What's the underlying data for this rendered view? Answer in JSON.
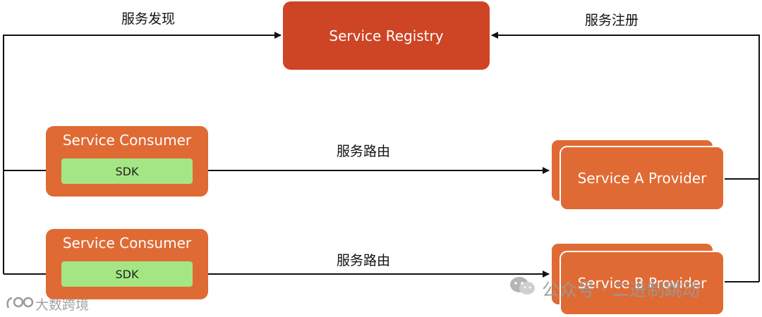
{
  "nodes": {
    "registry": "Service Registry",
    "consumer_top": {
      "title": "Service Consumer",
      "sdk": "SDK"
    },
    "consumer_bottom": {
      "title": "Service Consumer",
      "sdk": "SDK"
    },
    "provider_a": "Service A Provider",
    "provider_b": "Service B Provider"
  },
  "edges": {
    "discovery": "服务发现",
    "registration": "服务注册",
    "routing_top": "服务路由",
    "routing_bottom": "服务路由"
  },
  "watermarks": {
    "bottom_left": "大数跨境",
    "bottom_right": "公众号 · 二进制跳动"
  },
  "colors": {
    "registry": "#cd4525",
    "node": "#e06a33",
    "sdk": "#a4e684",
    "line": "#111111"
  },
  "icons": {
    "wechat": "wechat-icon",
    "logo": "brand-logo-icon"
  }
}
